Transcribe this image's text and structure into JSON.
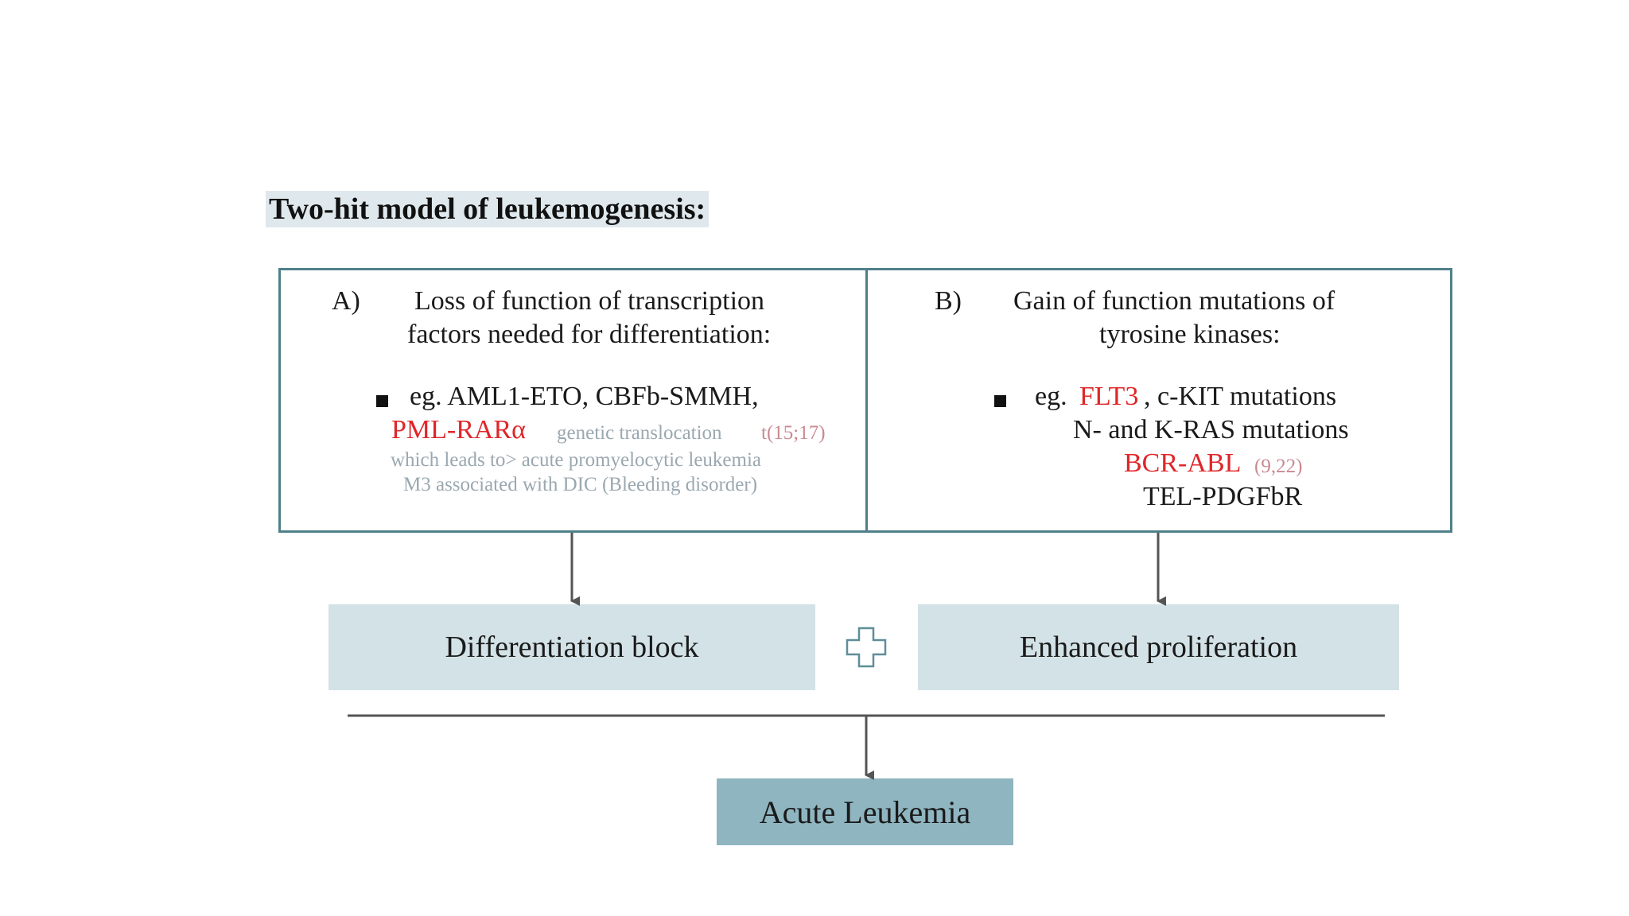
{
  "title": "Two-hit model of leukemogenesis:",
  "panel_a": {
    "letter": "A)",
    "heading_line1": "Loss of function of transcription",
    "heading_line2": "factors needed for differentiation:",
    "example_prefix": "eg. AML1-ETO, CBFb-SMMH,",
    "highlight": "PML-RARα",
    "note_inline": "genetic translocation",
    "note_code": "t(15;17)",
    "note_line2": "which leads to>  acute promyelocytic leukemia",
    "note_line3": "M3 associated with DIC (Bleeding disorder)"
  },
  "panel_b": {
    "letter": "B)",
    "heading_line1": "Gain of function mutations of",
    "heading_line2": "tyrosine kinases:",
    "eg_label": "eg.",
    "highlight1": "FLT3",
    "line1_rest": ", c-KIT mutations",
    "line2": "N- and K-RAS mutations",
    "highlight2": "BCR-ABL",
    "code2": "(9,22)",
    "line4": "TEL-PDGFbR"
  },
  "blocks": {
    "left": "Differentiation block",
    "right": "Enhanced proliferation"
  },
  "result": "Acute Leukemia",
  "icons": {
    "combine": "plus-icon"
  },
  "colors": {
    "border": "#4f8089",
    "block_fill": "#d3e2e7",
    "result_fill": "#8fb5c0",
    "highlight": "#e0262a",
    "title_bg": "#dfe8ec"
  }
}
